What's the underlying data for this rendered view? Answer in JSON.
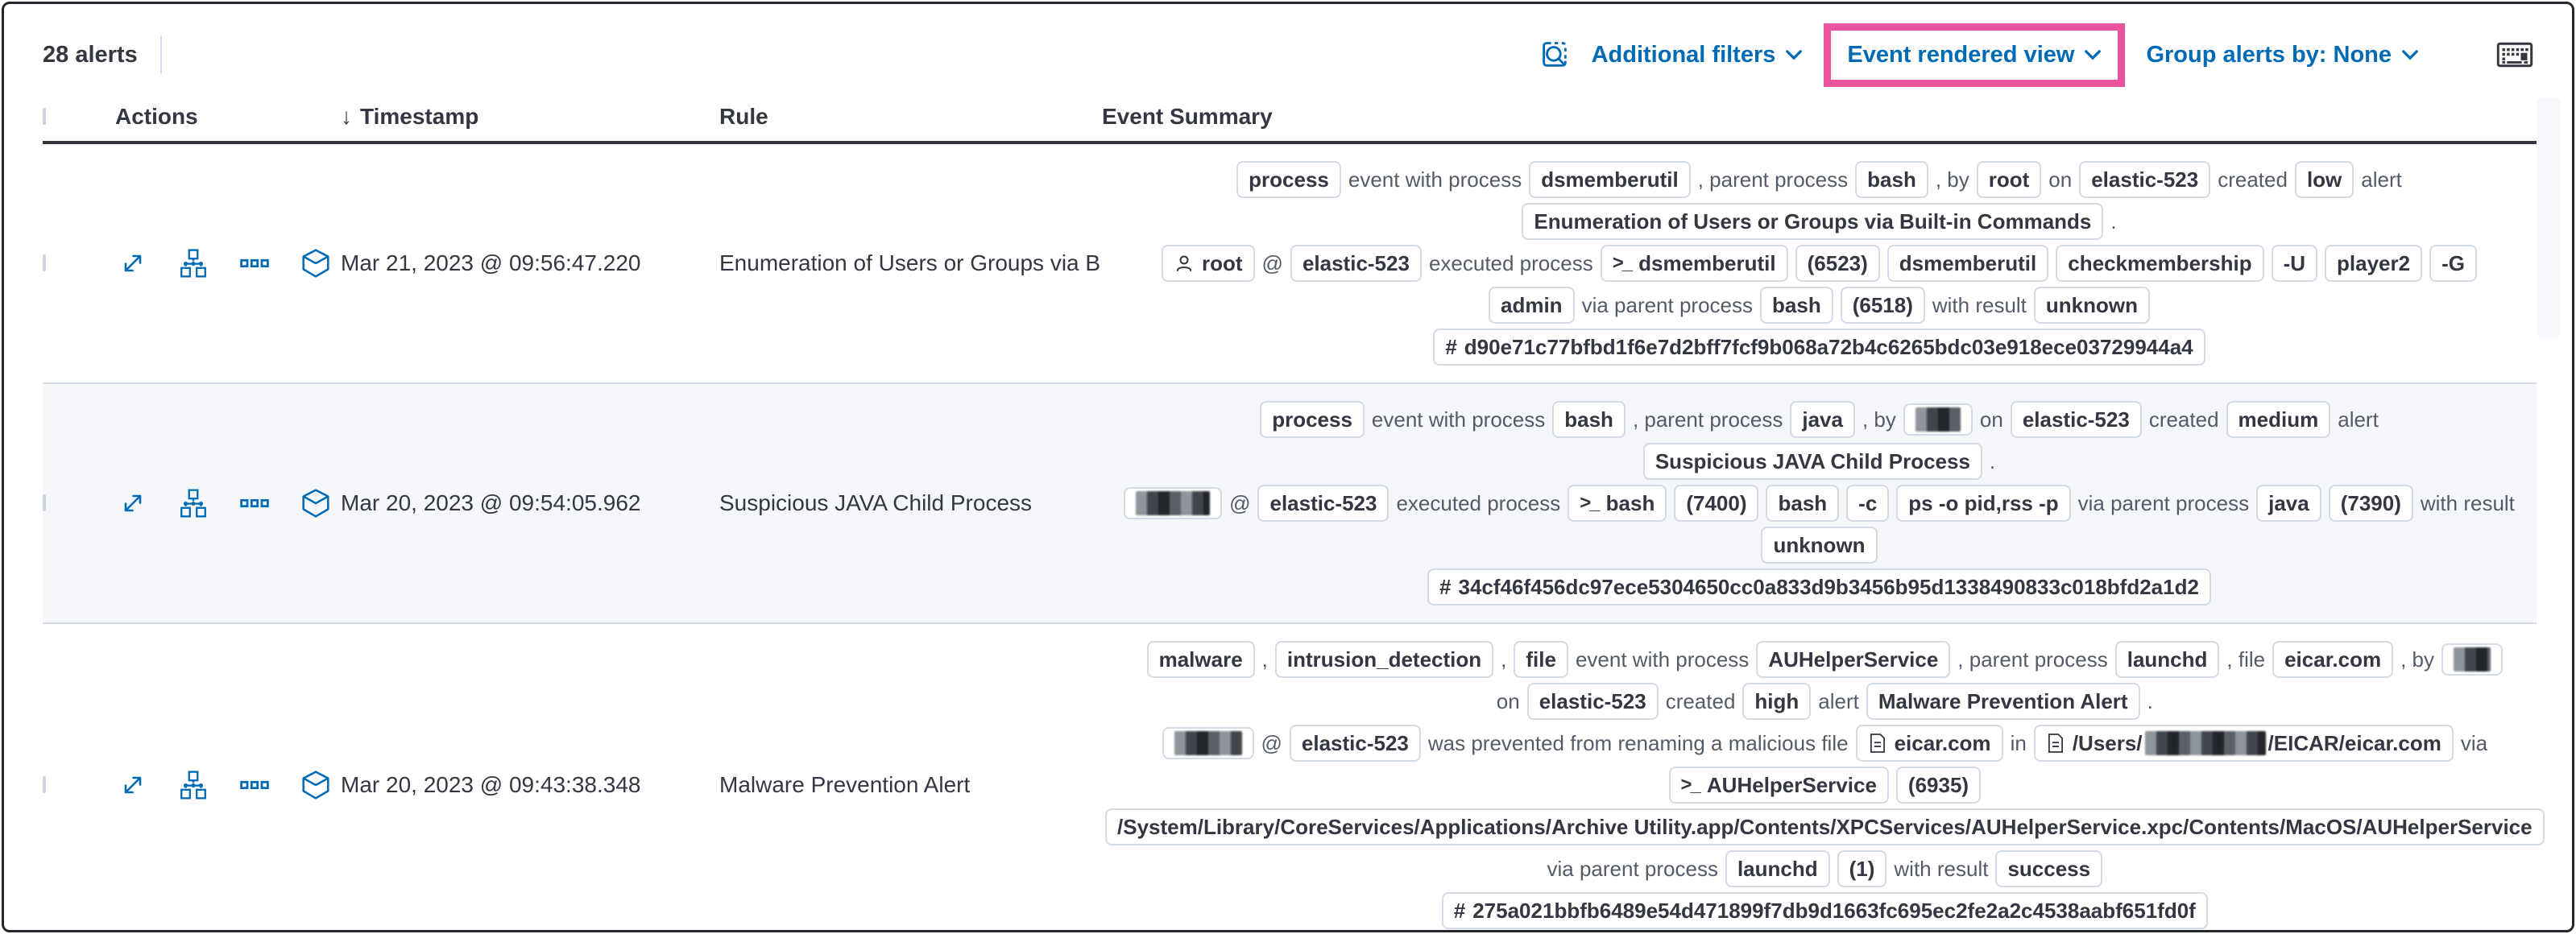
{
  "colors": {
    "accent_blue": "#006bb4",
    "highlight_pink": "#e9549d",
    "stripe": "#f5f7fa",
    "text_dark": "#343741"
  },
  "toolbar": {
    "alert_count": "28 alerts",
    "inspect_icon": "inspect-icon",
    "additional_filters_label": "Additional filters",
    "view_selector_label": "Event rendered view",
    "group_by_label": "Group alerts by: None",
    "keyboard_icon": "keyboard-shortcuts-icon"
  },
  "table": {
    "columns": [
      "Actions",
      "Timestamp",
      "Rule",
      "Event Summary"
    ],
    "sort_arrow": "↓",
    "rows": [
      {
        "timestamp": "Mar 21, 2023 @ 09:56:47.220",
        "rule": "Enumeration of Users or Groups via Bui",
        "striped": false,
        "summary": [
          [
            {
              "t": "badge",
              "v": "process"
            },
            {
              "t": "text",
              "v": "event with process"
            },
            {
              "t": "badge",
              "v": "dsmemberutil"
            },
            {
              "t": "text",
              "v": ", parent process"
            },
            {
              "t": "badge",
              "v": "bash"
            },
            {
              "t": "text",
              "v": ", by"
            },
            {
              "t": "badge",
              "v": "root"
            },
            {
              "t": "text",
              "v": "on"
            },
            {
              "t": "badge",
              "v": "elastic-523"
            },
            {
              "t": "text",
              "v": "created"
            },
            {
              "t": "badge",
              "v": "low"
            },
            {
              "t": "text",
              "v": "alert"
            }
          ],
          [
            {
              "t": "badge",
              "v": "Enumeration of Users or Groups via Built-in Commands"
            },
            {
              "t": "text",
              "v": "."
            }
          ],
          [
            {
              "t": "badge",
              "v": "root",
              "icon": "user"
            },
            {
              "t": "text",
              "v": "@"
            },
            {
              "t": "badge",
              "v": "elastic-523"
            },
            {
              "t": "text",
              "v": "executed process"
            },
            {
              "t": "badge",
              "v": "dsmemberutil",
              "icon": "terminal"
            },
            {
              "t": "badge",
              "v": "(6523)"
            },
            {
              "t": "badge",
              "v": "dsmemberutil"
            },
            {
              "t": "badge",
              "v": "checkmembership"
            },
            {
              "t": "badge",
              "v": "-U"
            },
            {
              "t": "badge",
              "v": "player2"
            },
            {
              "t": "badge",
              "v": "-G"
            }
          ],
          [
            {
              "t": "badge",
              "v": "admin"
            },
            {
              "t": "text",
              "v": "via parent process"
            },
            {
              "t": "badge",
              "v": "bash"
            },
            {
              "t": "badge",
              "v": "(6518)"
            },
            {
              "t": "text",
              "v": "with result"
            },
            {
              "t": "badge",
              "v": "unknown"
            }
          ],
          [
            {
              "t": "badge",
              "v": "d90e71c77bfbd1f6e7d2bff7fcf9b068a72b4c6265bdc03e918ece03729944a4",
              "icon": "hash"
            }
          ]
        ]
      },
      {
        "timestamp": "Mar 20, 2023 @ 09:54:05.962",
        "rule": "Suspicious JAVA Child Process",
        "striped": true,
        "summary": [
          [
            {
              "t": "badge",
              "v": "process"
            },
            {
              "t": "text",
              "v": "event with process"
            },
            {
              "t": "badge",
              "v": "bash"
            },
            {
              "t": "text",
              "v": ", parent process"
            },
            {
              "t": "badge",
              "v": "java"
            },
            {
              "t": "text",
              "v": ", by"
            },
            {
              "t": "badge",
              "redacted": true,
              "w": 56
            },
            {
              "t": "text",
              "v": "on"
            },
            {
              "t": "badge",
              "v": "elastic-523"
            },
            {
              "t": "text",
              "v": "created"
            },
            {
              "t": "badge",
              "v": "medium"
            },
            {
              "t": "text",
              "v": "alert"
            }
          ],
          [
            {
              "t": "badge",
              "v": "Suspicious JAVA Child Process"
            },
            {
              "t": "text",
              "v": "."
            }
          ],
          [
            {
              "t": "badge",
              "redacted": true,
              "w": 92
            },
            {
              "t": "text",
              "v": "@"
            },
            {
              "t": "badge",
              "v": "elastic-523"
            },
            {
              "t": "text",
              "v": "executed process"
            },
            {
              "t": "badge",
              "v": "bash",
              "icon": "terminal"
            },
            {
              "t": "badge",
              "v": "(7400)"
            },
            {
              "t": "badge",
              "v": "bash"
            },
            {
              "t": "badge",
              "v": "-c"
            },
            {
              "t": "badge",
              "v": "ps -o pid,rss -p"
            },
            {
              "t": "text",
              "v": "via parent process"
            },
            {
              "t": "badge",
              "v": "java"
            },
            {
              "t": "badge",
              "v": "(7390)"
            },
            {
              "t": "text",
              "v": "with result"
            }
          ],
          [
            {
              "t": "badge",
              "v": "unknown"
            }
          ],
          [
            {
              "t": "badge",
              "v": "34cf46f456dc97ece5304650cc0a833d9b3456b95d1338490833c018bfd2a1d2",
              "icon": "hash"
            }
          ]
        ]
      },
      {
        "timestamp": "Mar 20, 2023 @ 09:43:38.348",
        "rule": "Malware Prevention Alert",
        "striped": false,
        "summary": [
          [
            {
              "t": "badge",
              "v": "malware"
            },
            {
              "t": "text",
              "v": ","
            },
            {
              "t": "badge",
              "v": "intrusion_detection"
            },
            {
              "t": "text",
              "v": ","
            },
            {
              "t": "badge",
              "v": "file"
            },
            {
              "t": "text",
              "v": "event with process"
            },
            {
              "t": "badge",
              "v": "AUHelperService"
            },
            {
              "t": "text",
              "v": ", parent process"
            },
            {
              "t": "badge",
              "v": "launchd"
            },
            {
              "t": "text",
              "v": ", file"
            },
            {
              "t": "badge",
              "v": "eicar.com"
            },
            {
              "t": "text",
              "v": ", by"
            },
            {
              "t": "badge",
              "redacted": true,
              "w": 46
            }
          ],
          [
            {
              "t": "text",
              "v": "on"
            },
            {
              "t": "badge",
              "v": "elastic-523"
            },
            {
              "t": "text",
              "v": "created"
            },
            {
              "t": "badge",
              "v": "high"
            },
            {
              "t": "text",
              "v": "alert"
            },
            {
              "t": "badge",
              "v": "Malware Prevention Alert"
            },
            {
              "t": "text",
              "v": "."
            }
          ],
          [
            {
              "t": "badge",
              "redacted": true,
              "w": 84
            },
            {
              "t": "text",
              "v": "@"
            },
            {
              "t": "badge",
              "v": "elastic-523"
            },
            {
              "t": "text",
              "v": "was prevented from renaming a malicious file"
            },
            {
              "t": "badge",
              "v": "eicar.com",
              "icon": "document"
            },
            {
              "t": "text",
              "v": "in"
            },
            {
              "t": "badge",
              "icon": "document",
              "parts": [
                {
                  "v": "/Users/"
                },
                {
                  "redacted": true,
                  "w": 150
                },
                {
                  "v": "/EICAR/eicar.com"
                }
              ]
            },
            {
              "t": "text",
              "v": "via"
            }
          ],
          [
            {
              "t": "badge",
              "v": "AUHelperService",
              "icon": "terminal"
            },
            {
              "t": "badge",
              "v": "(6935)"
            }
          ],
          [
            {
              "t": "badge",
              "v": "/System/Library/CoreServices/Applications/Archive Utility.app/Contents/XPCServices/AUHelperService.xpc/Contents/MacOS/AUHelperService"
            }
          ],
          [
            {
              "t": "text",
              "v": "via parent process"
            },
            {
              "t": "badge",
              "v": "launchd"
            },
            {
              "t": "badge",
              "v": "(1)"
            },
            {
              "t": "text",
              "v": "with result"
            },
            {
              "t": "badge",
              "v": "success"
            }
          ],
          [
            {
              "t": "badge",
              "v": "275a021bbfb6489e54d471899f7db9d1663fc695ec2fe2a2c4538aabf651fd0f",
              "icon": "hash"
            }
          ]
        ]
      }
    ]
  }
}
